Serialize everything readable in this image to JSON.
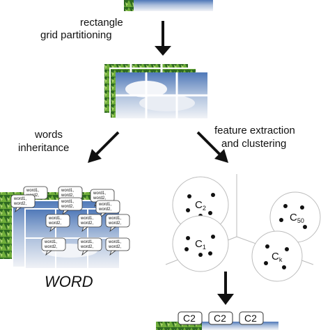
{
  "labels": {
    "grid_line1": "rectangle",
    "grid_line2": "grid partitioning",
    "inherit_line1": "words",
    "inherit_line2": "inheritance",
    "feature_line1": "feature extraction",
    "feature_line2": "and clustering",
    "word_title": "WORD"
  },
  "bubble": {
    "line1": "word1,",
    "line2": "word2,"
  },
  "clusters": [
    {
      "base": "C",
      "sub": "2"
    },
    {
      "base": "C",
      "sub": "50"
    },
    {
      "base": "C",
      "sub": "1"
    },
    {
      "base": "C",
      "sub": "k"
    }
  ],
  "result_boxes": [
    "C2",
    "C2",
    "C2"
  ],
  "colors": {
    "sky": "#6f8fc0",
    "cloud": "#eef2f8",
    "leaf": "#3c7a2a",
    "arrow": "#111111"
  }
}
